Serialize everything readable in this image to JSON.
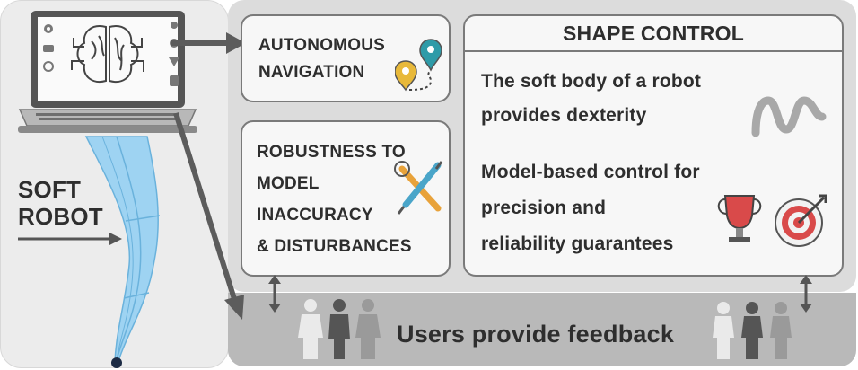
{
  "soft_robot": {
    "line1": "SOFT",
    "line2": "ROBOT"
  },
  "autonomous": {
    "line1": "AUTONOMOUS",
    "line2": "NAVIGATION"
  },
  "robustness": {
    "line1": "ROBUSTNESS TO",
    "line2": "MODEL",
    "line3": "INACCURACY",
    "line4": "& DISTURBANCES"
  },
  "shape_control": {
    "title": "SHAPE CONTROL",
    "text1_line1": "The soft body of a robot",
    "text1_line2": "provides dexterity",
    "text2_line1": "Model-based control for",
    "text2_line2": "precision and",
    "text2_line3": "reliability guarantees"
  },
  "feedback": {
    "label": "Users provide feedback"
  },
  "icons": [
    "laptop-icon",
    "brain-chip-icon",
    "map-pin-icon",
    "wrench-screwdriver-icon",
    "squiggle-icon",
    "trophy-icon",
    "target-icon",
    "people-icon"
  ],
  "colors": {
    "robot_blue": "#9ed3f2",
    "trophy_red": "#d94a4a",
    "pin_yellow": "#e8b93a",
    "pin_teal": "#2e9ba8"
  }
}
